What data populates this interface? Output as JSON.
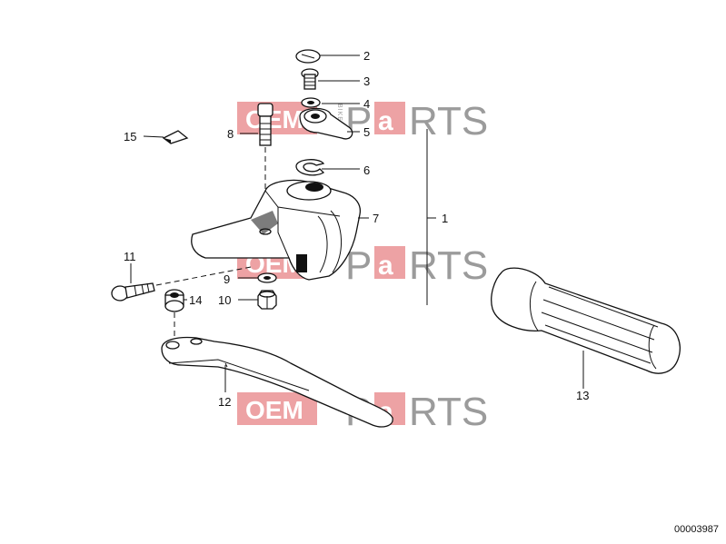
{
  "diagram": {
    "callouts": {
      "p1": "1",
      "p2": "2",
      "p3": "3",
      "p4": "4",
      "p5": "5",
      "p6": "6",
      "p7": "7",
      "p8": "8",
      "p9": "9",
      "p10": "10",
      "p11": "11",
      "p12": "12",
      "p13": "13",
      "p14": "14",
      "p15": "15"
    },
    "image_code": "00003987"
  },
  "watermark": {
    "oem": "OEM",
    "bike": "BIKE",
    "p": "P",
    "a": "a",
    "rts": "RTS"
  }
}
